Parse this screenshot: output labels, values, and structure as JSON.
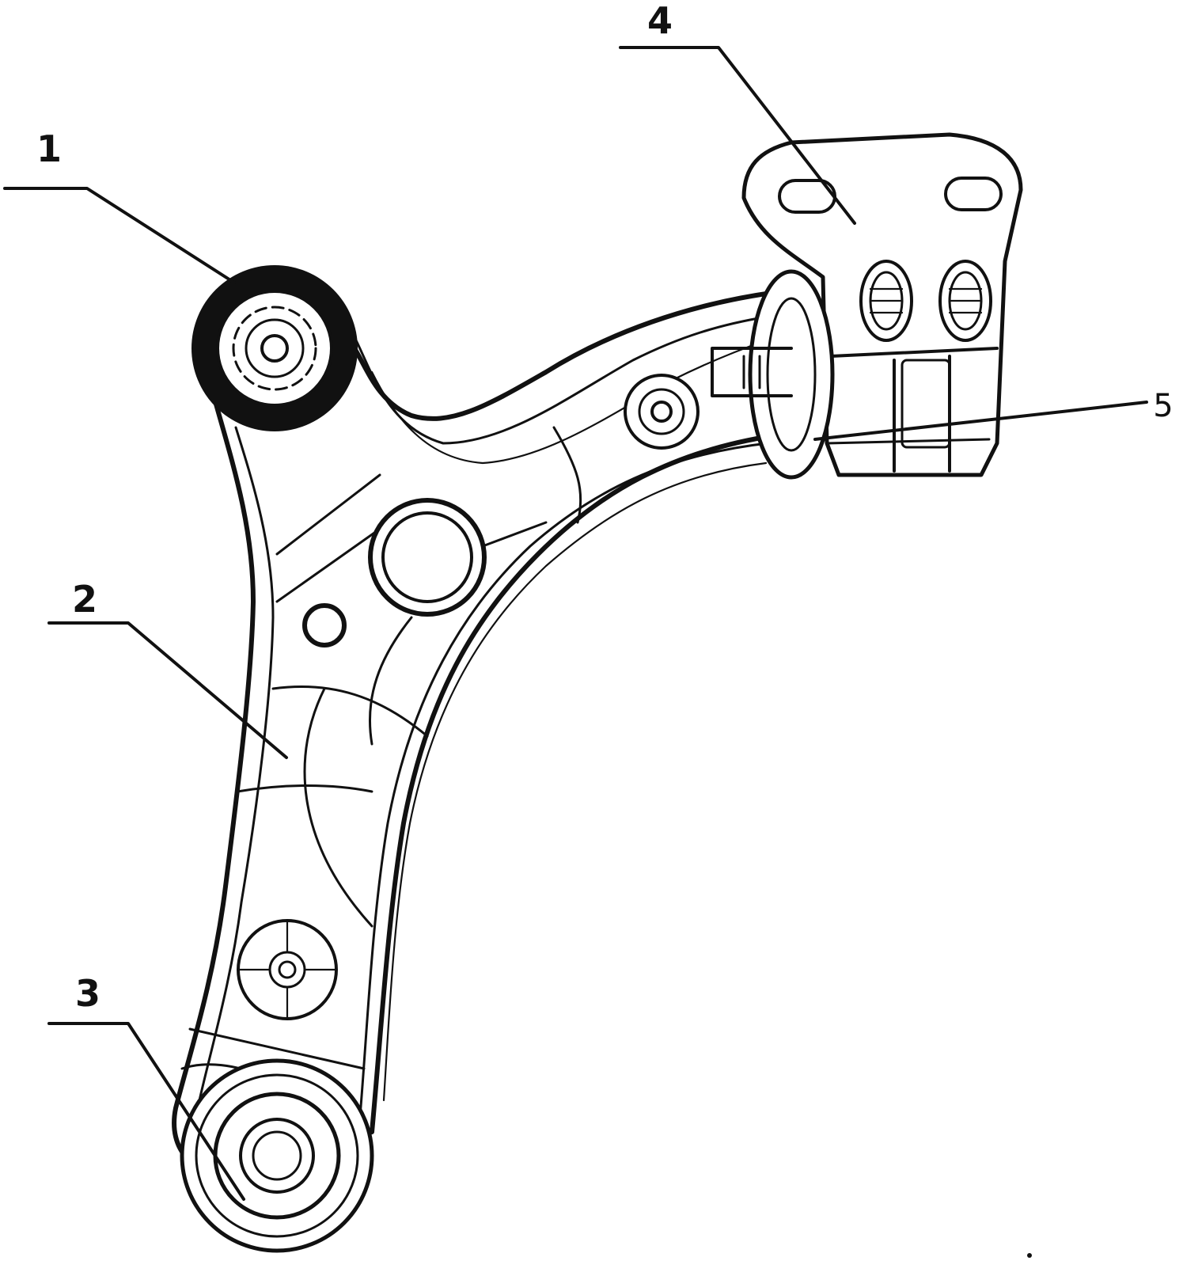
{
  "figure": {
    "callouts": [
      {
        "id": "c1",
        "label": "1"
      },
      {
        "id": "c2",
        "label": "2"
      },
      {
        "id": "c3",
        "label": "3"
      },
      {
        "id": "c4",
        "label": "4"
      },
      {
        "id": "c5",
        "label": "5"
      }
    ]
  },
  "colors": {
    "ink": "#111111",
    "background": "#ffffff"
  }
}
